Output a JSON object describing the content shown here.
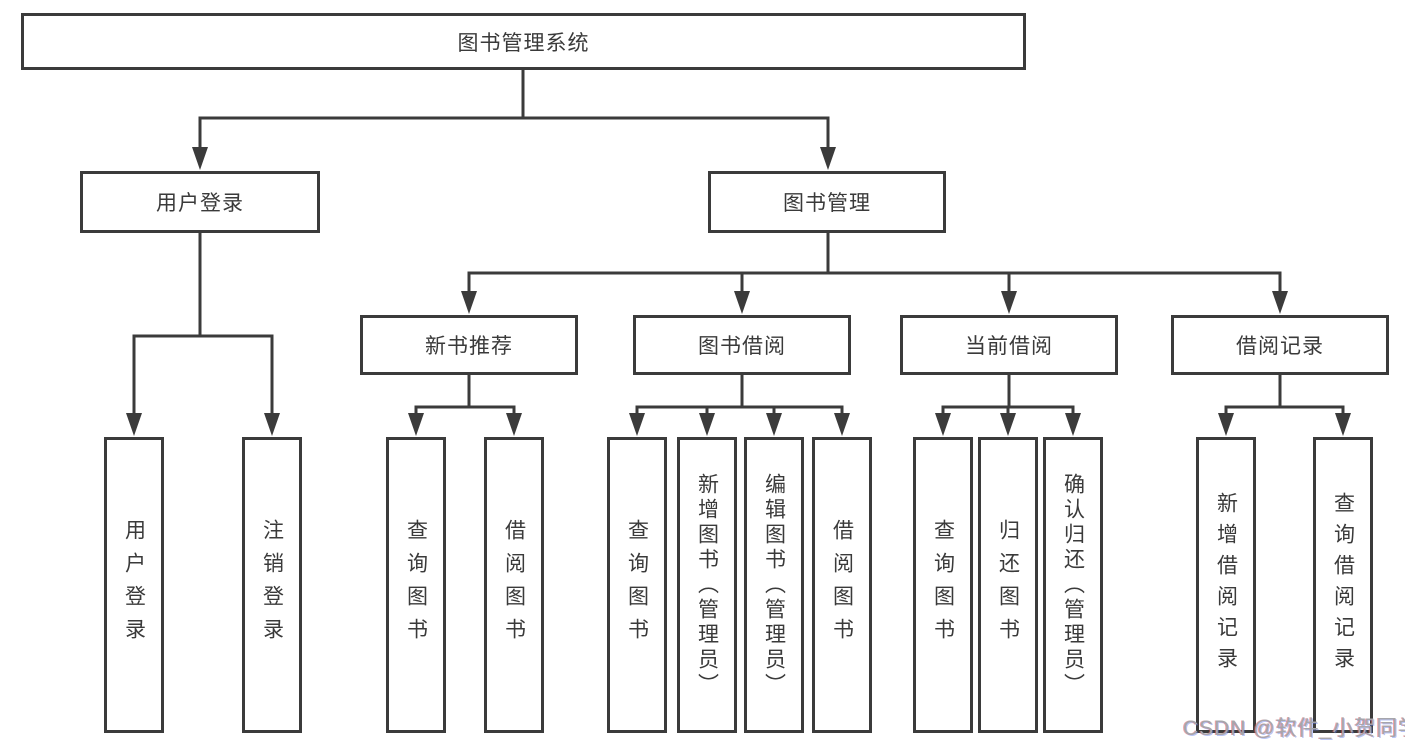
{
  "nodes": {
    "root": {
      "label": "图书管理系统"
    },
    "branches": [
      {
        "label": "用户登录",
        "children": [
          {
            "label": "用户登录"
          },
          {
            "label": "注销登录"
          }
        ]
      },
      {
        "label": "图书管理",
        "children": [
          {
            "label": "新书推荐",
            "children": [
              {
                "label": "查询图书"
              },
              {
                "label": "借阅图书"
              }
            ]
          },
          {
            "label": "图书借阅",
            "children": [
              {
                "label": "查询图书"
              },
              {
                "label": "新增图书（管理员）"
              },
              {
                "label": "编辑图书（管理员）"
              },
              {
                "label": "借阅图书"
              }
            ]
          },
          {
            "label": "当前借阅",
            "children": [
              {
                "label": "查询图书"
              },
              {
                "label": "归还图书"
              },
              {
                "label": "确认归还（管理员）"
              }
            ]
          },
          {
            "label": "借阅记录",
            "children": [
              {
                "label": "新增借阅记录"
              },
              {
                "label": "查询借阅记录"
              }
            ]
          }
        ]
      }
    ]
  },
  "watermark": {
    "text": "CSDN @软件_小贺同学"
  },
  "colors": {
    "line": "#3b3b3b",
    "box_border": "#3b3b3b",
    "text": "#3a3a3a",
    "background": "#ffffff",
    "watermark_gray": "#a6a6ac"
  }
}
